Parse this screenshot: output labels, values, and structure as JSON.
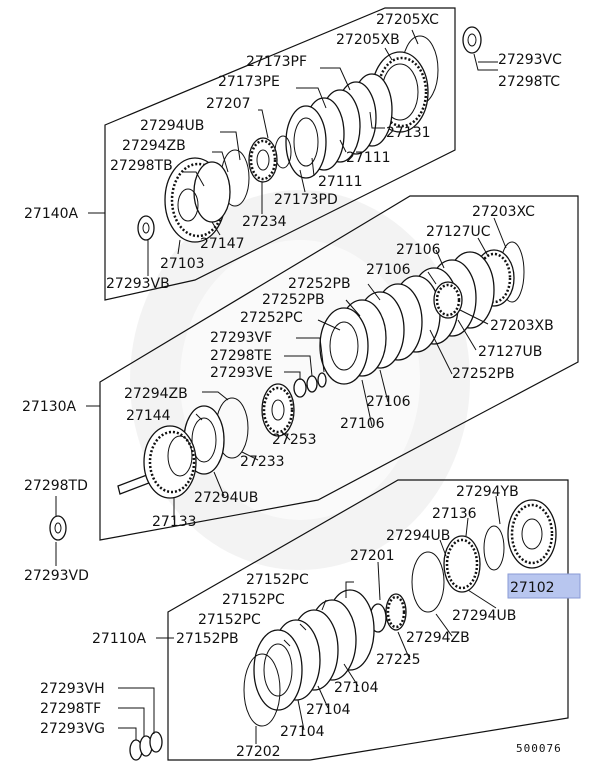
{
  "figure_number": "500076",
  "highlight_color": "#b8c6ef",
  "labels": {
    "l27205XC": "27205XC",
    "l27205XB": "27205XB",
    "l27173PF": "27173PF",
    "l27173PE": "27173PE",
    "l27207": "27207",
    "l27294UB_a": "27294UB",
    "l27294ZB_a": "27294ZB",
    "l27298TB": "27298TB",
    "l27140A": "27140A",
    "l27131": "27131",
    "l27111_a": "27111",
    "l27111_b": "27111",
    "l27173PD": "27173PD",
    "l27234": "27234",
    "l27147": "27147",
    "l27103": "27103",
    "l27293VB": "27293VB",
    "l27293VC": "27293VC",
    "l27298TC": "27298TC",
    "l27203XC": "27203XC",
    "l27127UC": "27127UC",
    "l27106_a": "27106",
    "l27106_b": "27106",
    "l27252PB_a": "27252PB",
    "l27252PB_b": "27252PB",
    "l27252PC": "27252PC",
    "l27203XB": "27203XB",
    "l27127UB": "27127UB",
    "l27252PB_c": "27252PB",
    "l27293VF": "27293VF",
    "l27298TE": "27298TE",
    "l27293VE": "27293VE",
    "l27130A": "27130A",
    "l27294ZB_b": "27294ZB",
    "l27144": "27144",
    "l27106_c": "27106",
    "l27106_d": "27106",
    "l27253": "27253",
    "l27233": "27233",
    "l27294UB_b": "27294UB",
    "l27298TD": "27298TD",
    "l27133": "27133",
    "l27293VD": "27293VD",
    "l27294YB": "27294YB",
    "l27136": "27136",
    "l27294UB_c": "27294UB",
    "l27201": "27201",
    "l27102": "27102",
    "l27152PC_a": "27152PC",
    "l27152PC_b": "27152PC",
    "l27152PC_c": "27152PC",
    "l27152PB": "27152PB",
    "l27110A": "27110A",
    "l27294UB_d": "27294UB",
    "l27294ZB_c": "27294ZB",
    "l27225": "27225",
    "l27104_a": "27104",
    "l27104_b": "27104",
    "l27104_c": "27104",
    "l27293VH": "27293VH",
    "l27298TF": "27298TF",
    "l27293VG": "27293VG",
    "l27202": "27202"
  }
}
